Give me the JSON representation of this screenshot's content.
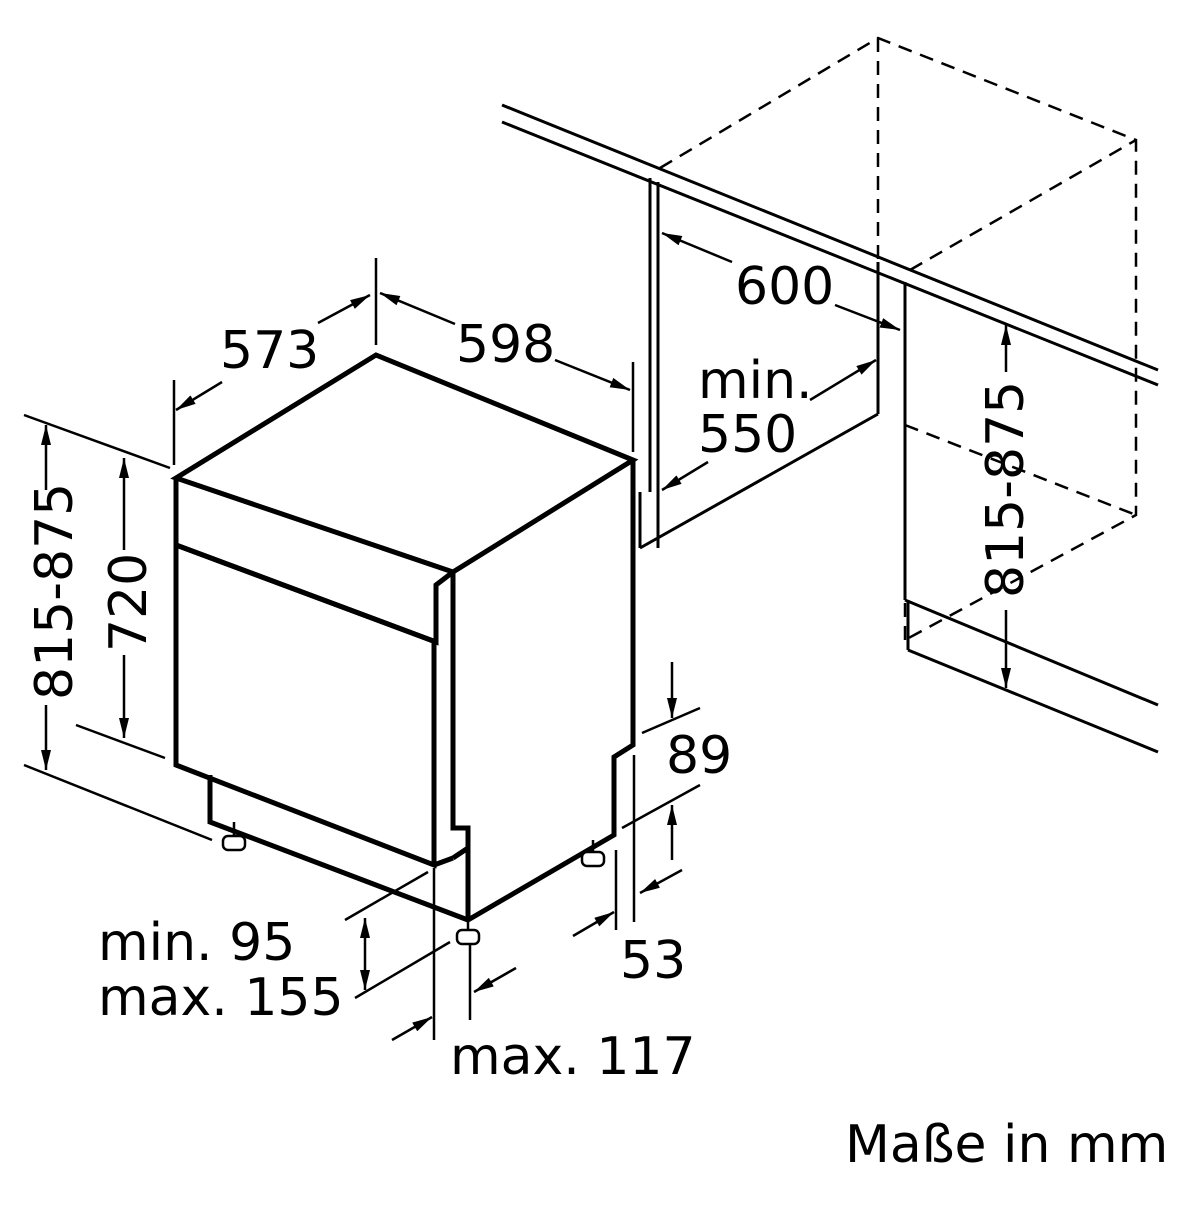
{
  "labels": {
    "depth_573": "573",
    "width_598": "598",
    "niche_width_600": "600",
    "niche_depth_min": "min.",
    "niche_depth_550": "550",
    "height_left_range": "815-875",
    "height_720": "720",
    "height_right_range": "815-875",
    "plinth_89": "89",
    "plinth_53": "53",
    "plinth_min95": "min. 95",
    "plinth_max155": "max. 155",
    "recess_max117": "max. 117",
    "units_note": "Maße in mm"
  }
}
